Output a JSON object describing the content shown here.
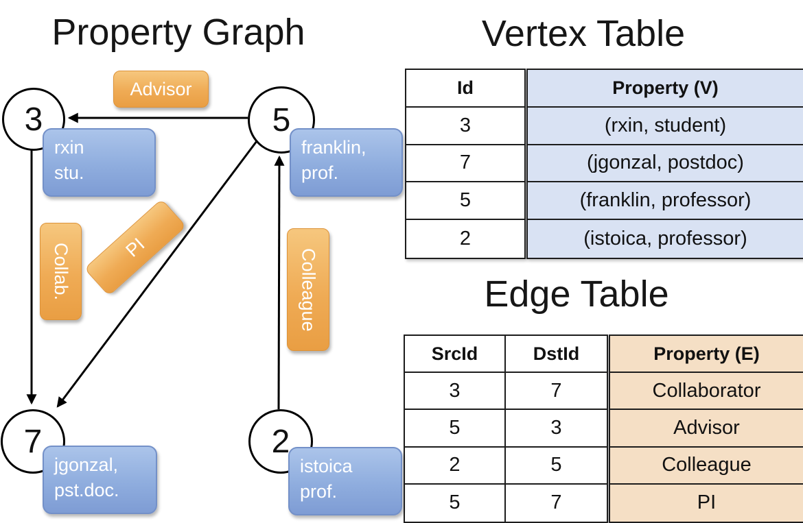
{
  "titles": {
    "graph": "Property Graph",
    "vertex": "Vertex Table",
    "edge": "Edge Table"
  },
  "graph": {
    "nodes": [
      {
        "id": "3",
        "prop_line1": "rxin",
        "prop_line2": "stu."
      },
      {
        "id": "5",
        "prop_line1": "franklin,",
        "prop_line2": "prof."
      },
      {
        "id": "7",
        "prop_line1": "jgonzal,",
        "prop_line2": "pst.doc."
      },
      {
        "id": "2",
        "prop_line1": "istoica",
        "prop_line2": "prof."
      }
    ],
    "edge_labels": {
      "advisor": "Advisor",
      "collab": "Collab.",
      "pi": "PI",
      "colleague": "Colleague"
    }
  },
  "vertex_table": {
    "headers": [
      "Id",
      "Property (V)"
    ],
    "ids": [
      "3",
      "7",
      "5",
      "2"
    ],
    "properties": [
      "(rxin, student)",
      "(jgonzal, postdoc)",
      "(franklin, professor)",
      "(istoica, professor)"
    ]
  },
  "edge_table": {
    "headers": [
      "SrcId",
      "DstId",
      "Property (E)"
    ],
    "src_ids": [
      "3",
      "5",
      "2",
      "5"
    ],
    "dst_ids": [
      "7",
      "3",
      "5",
      "7"
    ],
    "properties": [
      "Collaborator",
      "Advisor",
      "Colleague",
      "PI"
    ]
  },
  "colors": {
    "vertex_cell_fill": "#d9e2f3",
    "edge_cell_fill": "#f5dfc5",
    "vertex_box_blue": "#8fadde",
    "edge_pill_orange": "#efab55"
  }
}
